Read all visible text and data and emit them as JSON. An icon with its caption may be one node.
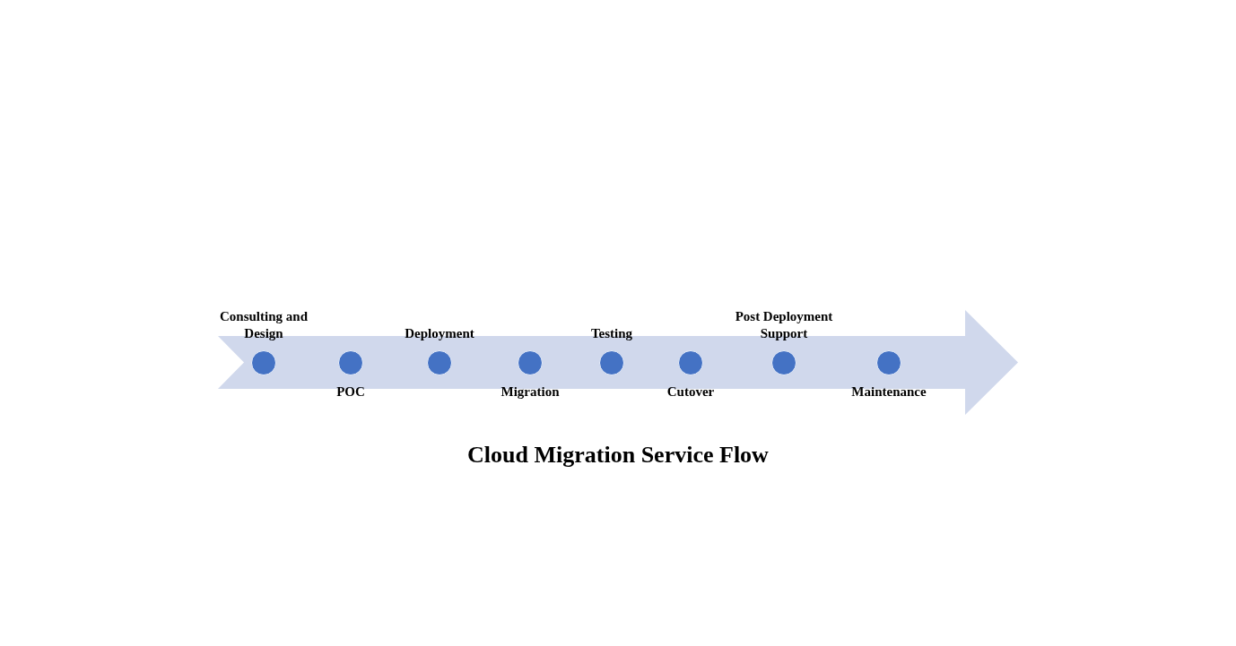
{
  "diagram": {
    "caption": "Cloud Migration Service Flow",
    "nodes": [
      {
        "text": [],
        "shape": "arrow"
      },
      {
        "text": [
          "Consulting and Design"
        ],
        "in": 0
      },
      {
        "text": [
          "POC"
        ],
        "in": 0
      },
      {
        "text": [
          "Deployment"
        ],
        "in": 0
      },
      {
        "text": [
          "Migration"
        ],
        "in": 0
      },
      {
        "text": [
          "Testing"
        ],
        "in": 0
      },
      {
        "text": [
          "Cutover"
        ],
        "in": 0
      },
      {
        "text": [
          "Post Deployment Support"
        ],
        "in": 0
      },
      {
        "text": [
          "Maintenance"
        ],
        "in": 0
      }
    ]
  }
}
